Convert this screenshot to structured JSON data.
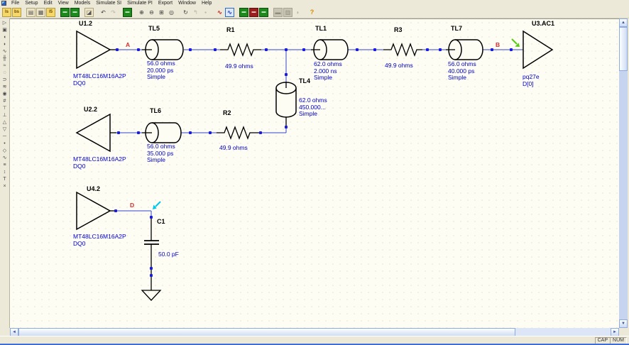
{
  "menubar": {
    "items": [
      "File",
      "Setup",
      "Edit",
      "View",
      "Models",
      "Simulate SI",
      "Simulate PI",
      "Export",
      "Window",
      "Help"
    ]
  },
  "toolbar": {
    "buttons": [
      {
        "name": "new-linesim-button",
        "glyph": "ls"
      },
      {
        "name": "new-boardsim-button",
        "glyph": "bs"
      },
      {
        "name": "open-design-button",
        "glyph": "▤"
      },
      {
        "name": "save-design-button",
        "glyph": "▦"
      },
      {
        "name": "open-recent-button",
        "glyph": "l5"
      },
      {
        "name": "schematic-view-button",
        "glyph": "▬"
      },
      {
        "name": "board-view-button",
        "glyph": "▬"
      },
      {
        "name": "eraser-button",
        "glyph": "◪"
      },
      {
        "name": "undo-button",
        "glyph": "↶"
      },
      {
        "name": "redo-button",
        "glyph": "↷"
      },
      {
        "name": "board-browser-button",
        "glyph": "▬"
      },
      {
        "name": "zoom-in-button",
        "glyph": "⊕"
      },
      {
        "name": "zoom-out-button",
        "glyph": "⊖"
      },
      {
        "name": "zoom-fit-button",
        "glyph": "⊞"
      },
      {
        "name": "center-view-button",
        "glyph": "◎"
      },
      {
        "name": "pan-view-button",
        "glyph": "↻"
      },
      {
        "name": "previous-view-button",
        "glyph": "↰"
      },
      {
        "name": "stop-button",
        "glyph": "▪"
      },
      {
        "name": "edit-net-button",
        "glyph": "∿"
      },
      {
        "name": "oscilloscope-button",
        "glyph": "∿"
      },
      {
        "name": "stackup-editor-button",
        "glyph": "▬"
      },
      {
        "name": "padstack-editor-button",
        "glyph": "▬"
      },
      {
        "name": "spectrum-analyzer-button",
        "glyph": "▬"
      },
      {
        "name": "report-button",
        "glyph": "▬"
      },
      {
        "name": "options-button",
        "glyph": "▥"
      },
      {
        "name": "sweep-manager-button",
        "glyph": "◗"
      },
      {
        "name": "help-button",
        "glyph": "?"
      }
    ]
  },
  "palette": {
    "tools": [
      {
        "name": "select-tool",
        "glyph": "▷"
      },
      {
        "name": "ic-component-tool",
        "glyph": "▣"
      },
      {
        "name": "output-buffer-tool",
        "glyph": "◖"
      },
      {
        "name": "input-buffer-tool",
        "glyph": "◗"
      },
      {
        "name": "resistor-tool",
        "glyph": "∿"
      },
      {
        "name": "capacitor-tool",
        "glyph": "╫"
      },
      {
        "name": "inductor-tool",
        "glyph": "≈"
      },
      {
        "name": "ferrite-bead-tool",
        "glyph": "◌"
      },
      {
        "name": "transmission-line-tool",
        "glyph": "⊃"
      },
      {
        "name": "coupled-lines-tool",
        "glyph": "≋"
      },
      {
        "name": "via-tool",
        "glyph": "◉"
      },
      {
        "name": "connector-tool",
        "glyph": "#"
      },
      {
        "name": "pullup-resistor-tool",
        "glyph": "⊤"
      },
      {
        "name": "pulldown-resistor-tool",
        "glyph": "⊥"
      },
      {
        "name": "power-supply-tool",
        "glyph": "△"
      },
      {
        "name": "ground-tool",
        "glyph": "▽"
      },
      {
        "name": "wire-tool",
        "glyph": "─"
      },
      {
        "name": "junction-tool",
        "glyph": "•"
      },
      {
        "name": "net-probe-tool",
        "glyph": "◇"
      },
      {
        "name": "oscilloscope-probe-tool",
        "glyph": "∿"
      },
      {
        "name": "spectrum-tool",
        "glyph": "≡"
      },
      {
        "name": "stimulus-tool",
        "glyph": "↕"
      },
      {
        "name": "text-tool",
        "glyph": "T"
      },
      {
        "name": "delete-tool",
        "glyph": "×"
      }
    ]
  },
  "statusbar": {
    "cap": "CAP",
    "num": "NUM"
  },
  "colors": {
    "chrome_bg": "#ece9d8",
    "canvas_bg": "#fdfdf4",
    "wire": "#3344cc",
    "junction_dot": "#1a1ae6",
    "component_stroke": "#000000",
    "value_text": "#0000cc",
    "net_label": "#d03030",
    "probe_arrow_green": "#55cc11",
    "cursor_arrow_cyan": "#00c8e8"
  },
  "schematic": {
    "net_labels": {
      "a": "A",
      "b": "B",
      "d": "D"
    },
    "components": {
      "u1": {
        "refdes": "U1.2",
        "model": "MT48LC16M16A2P",
        "pin": "DQ0"
      },
      "tl5": {
        "refdes": "TL5",
        "impedance": "56.0 ohms",
        "delay": "20.000 ps",
        "model_type": "Simple"
      },
      "r1": {
        "refdes": "R1",
        "value": "49.9 ohms"
      },
      "tl1": {
        "refdes": "TL1",
        "impedance": "62.0 ohms",
        "delay": "2.000 ns",
        "model_type": "Simple"
      },
      "r3": {
        "refdes": "R3",
        "value": "49.9 ohms"
      },
      "tl7": {
        "refdes": "TL7",
        "impedance": "56.0 ohms",
        "delay": "40.000 ps",
        "model_type": "Simple"
      },
      "u3": {
        "refdes": "U3.AC1",
        "model": "pq27e",
        "pin": "D[0]"
      },
      "tl4": {
        "refdes": "TL4",
        "impedance": "62.0 ohms",
        "delay": "450.000...",
        "model_type": "Simple"
      },
      "u2": {
        "refdes": "U2.2",
        "model": "MT48LC16M16A2P",
        "pin": "DQ0"
      },
      "tl6": {
        "refdes": "TL6",
        "impedance": "56.0 ohms",
        "delay": "35.000 ps",
        "model_type": "Simple"
      },
      "r2": {
        "refdes": "R2",
        "value": "49.9 ohms"
      },
      "u4": {
        "refdes": "U4.2",
        "model": "MT48LC16M16A2P",
        "pin": "DQ0"
      },
      "c1": {
        "refdes": "C1",
        "value": "50.0 pF"
      }
    }
  }
}
